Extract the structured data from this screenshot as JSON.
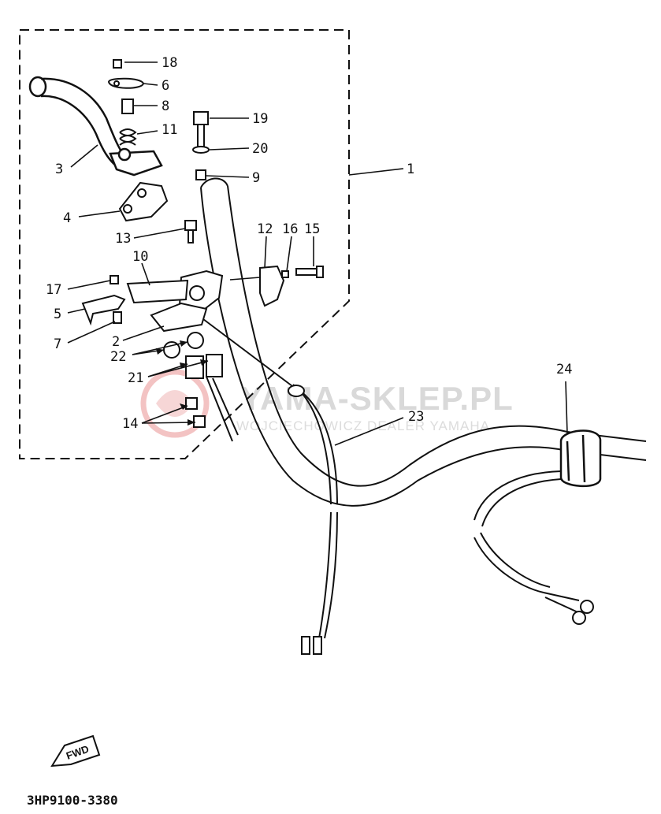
{
  "watermark": {
    "main": "YAMA-SKLEP.PL",
    "sub": "WOJCIECHOWICZ DEALER YAMAHA"
  },
  "direction_badge": "FWD",
  "diagram_code": "3HP9100-3380",
  "parts": [
    {
      "id": "label-18",
      "text": "18"
    },
    {
      "id": "label-6",
      "text": "6"
    },
    {
      "id": "label-8",
      "text": "8"
    },
    {
      "id": "label-11",
      "text": "11"
    },
    {
      "id": "label-19",
      "text": "19"
    },
    {
      "id": "label-20",
      "text": "20"
    },
    {
      "id": "label-9",
      "text": "9"
    },
    {
      "id": "label-1",
      "text": "1"
    },
    {
      "id": "label-3",
      "text": "3"
    },
    {
      "id": "label-4",
      "text": "4"
    },
    {
      "id": "label-13",
      "text": "13"
    },
    {
      "id": "label-12",
      "text": "12"
    },
    {
      "id": "label-16",
      "text": "16"
    },
    {
      "id": "label-15",
      "text": "15"
    },
    {
      "id": "label-10",
      "text": "10"
    },
    {
      "id": "label-17",
      "text": "17"
    },
    {
      "id": "label-5",
      "text": "5"
    },
    {
      "id": "label-7",
      "text": "7"
    },
    {
      "id": "label-2",
      "text": "2"
    },
    {
      "id": "label-22",
      "text": "22"
    },
    {
      "id": "label-21",
      "text": "21"
    },
    {
      "id": "label-14",
      "text": "14"
    },
    {
      "id": "label-23",
      "text": "23"
    },
    {
      "id": "label-24",
      "text": "24"
    }
  ]
}
